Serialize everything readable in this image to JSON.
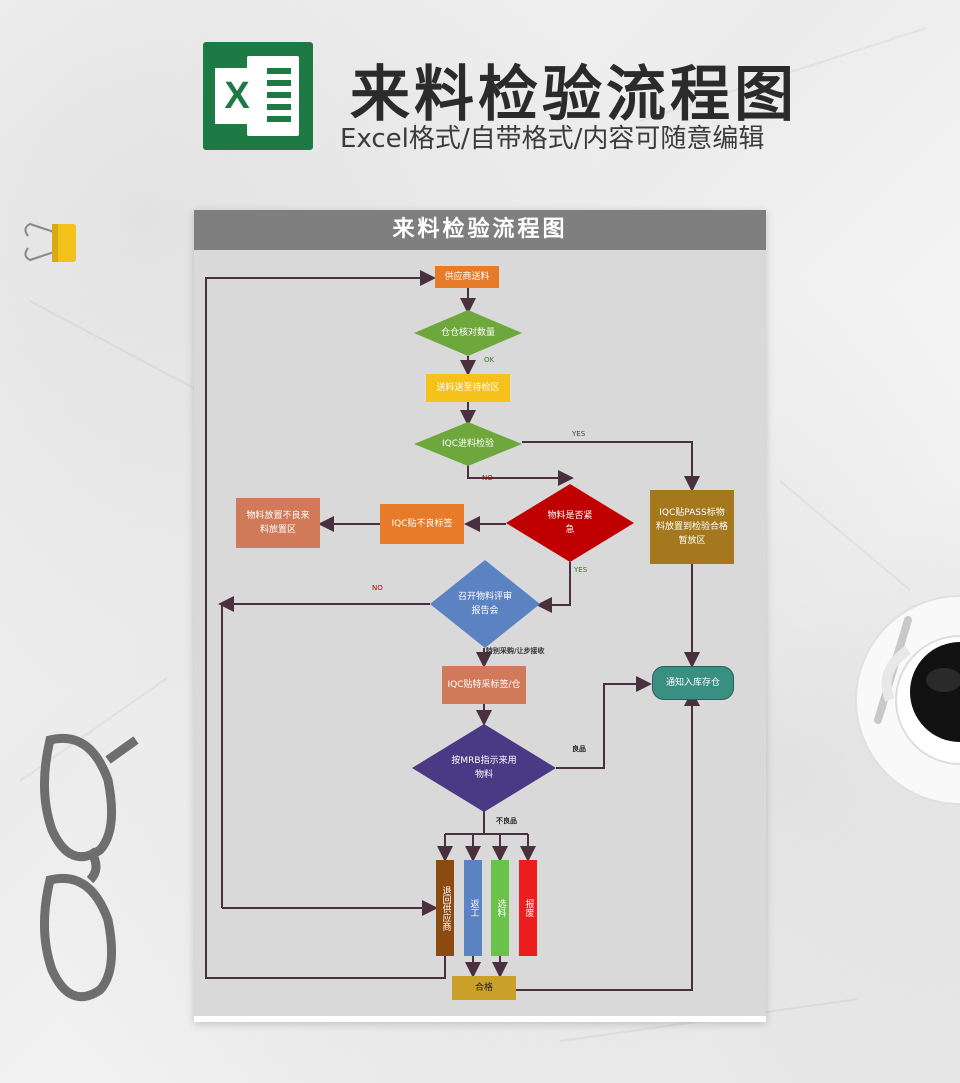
{
  "header": {
    "title": "来料检验流程图",
    "subtitle": "Excel格式/自带格式/内容可随意编辑",
    "logo_letter": "X"
  },
  "diagram": {
    "title": "来料检验流程图",
    "nodes": {
      "supplier_delivery": "供应商送料",
      "warehouse_check": "仓仓核对数量",
      "to_inspection_area": "送料送至待检区",
      "iqc_inspect": "IQC进料检验",
      "urgent_check": "物料是否紧急",
      "iqc_defect_label": "IQC贴不良标签",
      "defect_area": "物料放置不良来料放置区",
      "iqc_pass": "IQC贴PASS标物料放置到检验合格暂放区",
      "review": "召开物料评审报告会",
      "special_label": "IQC贴特采标签/仓",
      "mrb_decision": "按MRB指示来用物料",
      "notify_storage": "通知入库存仓",
      "return_supplier": "退回供应商",
      "rework": "返工",
      "sort": "选料",
      "scrap": "报废",
      "qualified": "合格"
    },
    "labels": {
      "ok": "OK",
      "yes": "YES",
      "no": "NO",
      "yes2": "YES",
      "no2": "NO",
      "special_accept": "特别采购/让步接收",
      "good": "良品",
      "bad": "不良品"
    },
    "colors": {
      "orange": "#e87b2a",
      "green": "#6ea73c",
      "yellow": "#f5c21b",
      "red": "#c00000",
      "salmon": "#d17a5a",
      "olive": "#a5781e",
      "steel_blue": "#5b83c2",
      "indigo": "#4a3a85",
      "teal": "#3a8f83",
      "brown": "#8b4a10",
      "lime": "#6ac24a",
      "bright_red": "#ee1d1d",
      "gold": "#c9a028",
      "line": "#4a2f3f"
    }
  }
}
